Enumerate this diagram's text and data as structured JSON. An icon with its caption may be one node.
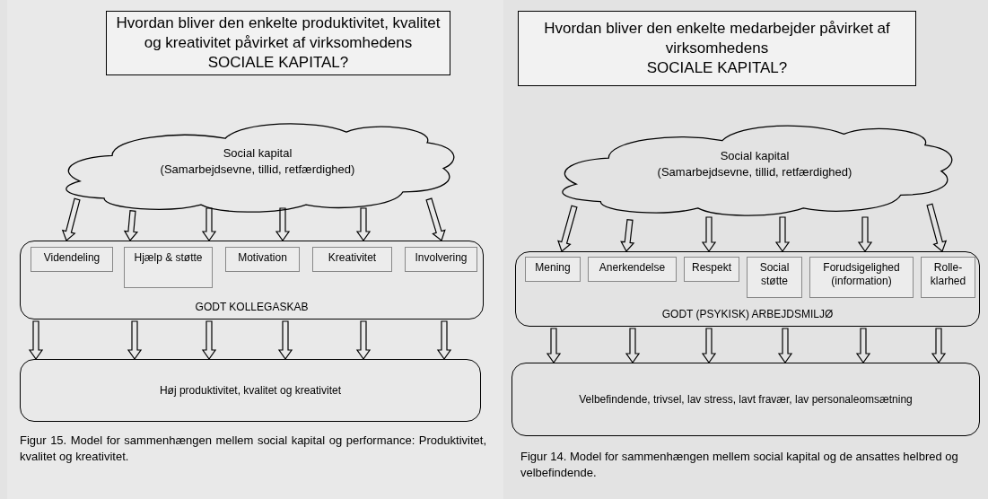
{
  "diagram": {
    "nodes": [
      {
        "text": [
          "Hvordan bliver den enkelte produktivitet, kvalitet og kreativitet påvirket af virksomhedens",
          "SOCIALE KAPITAL?"
        ]
      },
      {
        "text": [
          "Social kapital",
          "(Samarbejdsevne, tillid, retfærdighed)"
        ]
      },
      {
        "text": [
          "GODT KOLLEGASKAB"
        ]
      },
      {
        "text": [
          "Videndeling"
        ],
        "in": 2
      },
      {
        "text": [
          "Hjælp & støtte"
        ],
        "in": 2
      },
      {
        "text": [
          "Motivation"
        ],
        "in": 2
      },
      {
        "text": [
          "Kreativitet"
        ],
        "in": 2
      },
      {
        "text": [
          "Involvering"
        ],
        "in": 2
      },
      {
        "text": [
          "Høj produktivitet, kvalitet og kreativitet"
        ]
      },
      {
        "text": [
          "Hvordan bliver den enkelte medarbejder påvirket af virksomhedens",
          "SOCIALE KAPITAL?"
        ]
      },
      {
        "text": [
          "Social kapital",
          "(Samarbejdsevne, tillid, retfærdighed)"
        ]
      },
      {
        "text": [
          "GODT (PSYKISK) ARBEJDSMILJØ"
        ]
      },
      {
        "text": [
          "Mening"
        ],
        "in": 11
      },
      {
        "text": [
          "Anerkendelse"
        ],
        "in": 11
      },
      {
        "text": [
          "Respekt"
        ],
        "in": 11
      },
      {
        "text": [
          "Social støtte"
        ],
        "in": 11
      },
      {
        "text": [
          "Forudsigelighed (information)"
        ],
        "in": 11
      },
      {
        "text": [
          "Rolle-klarhed"
        ],
        "in": 11
      },
      {
        "text": [
          "Velbefindende, trivsel, lav stress, lavt fravær, lav personaleomsætning"
        ]
      }
    ],
    "edges": [
      {
        "from": 1,
        "to": 2,
        "arrow": "to"
      },
      {
        "from": 1,
        "to": 2,
        "arrow": "to"
      },
      {
        "from": 1,
        "to": 2,
        "arrow": "to"
      },
      {
        "from": 1,
        "to": 2,
        "arrow": "to"
      },
      {
        "from": 1,
        "to": 2,
        "arrow": "to"
      },
      {
        "from": 1,
        "to": 2,
        "arrow": "to"
      },
      {
        "from": 2,
        "to": 8,
        "arrow": "to"
      },
      {
        "from": 2,
        "to": 8,
        "arrow": "to"
      },
      {
        "from": 2,
        "to": 8,
        "arrow": "to"
      },
      {
        "from": 2,
        "to": 8,
        "arrow": "to"
      },
      {
        "from": 2,
        "to": 8,
        "arrow": "to"
      },
      {
        "from": 2,
        "to": 8,
        "arrow": "to"
      },
      {
        "from": 10,
        "to": 11,
        "arrow": "to"
      },
      {
        "from": 10,
        "to": 11,
        "arrow": "to"
      },
      {
        "from": 10,
        "to": 11,
        "arrow": "to"
      },
      {
        "from": 10,
        "to": 11,
        "arrow": "to"
      },
      {
        "from": 10,
        "to": 11,
        "arrow": "to"
      },
      {
        "from": 10,
        "to": 11,
        "arrow": "to"
      },
      {
        "from": 11,
        "to": 18,
        "arrow": "to"
      },
      {
        "from": 11,
        "to": 18,
        "arrow": "to"
      },
      {
        "from": 11,
        "to": 18,
        "arrow": "to"
      },
      {
        "from": 11,
        "to": 18,
        "arrow": "to"
      },
      {
        "from": 11,
        "to": 18,
        "arrow": "to"
      },
      {
        "from": 11,
        "to": 18,
        "arrow": "to"
      }
    ],
    "labels": [
      "Figur 15. Model for sammenhængen mellem social kapital og performance: Produktivitet, kvalitet og kreativitet.",
      "Figur 14. Model for sammenhængen mellem social kapital og de ansattes helbred og velbefindende."
    ]
  }
}
